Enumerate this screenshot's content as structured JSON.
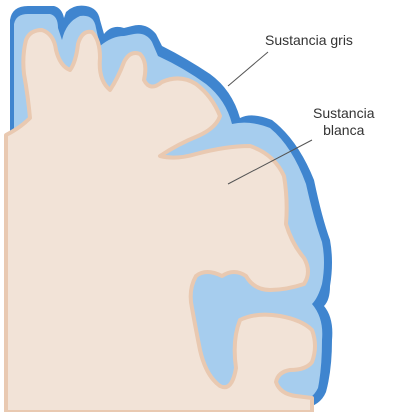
{
  "labels": {
    "gray_matter": "Sustancia gris",
    "white_matter_line1": "Sustancia",
    "white_matter_line2": "blanca"
  },
  "colors": {
    "cortex_outer": "#3f85cf",
    "cortex_inner": "#a6cdee",
    "white_matter": "#f2e3d7",
    "white_matter_edge": "#e9c9b1",
    "leader_line": "#555555",
    "label_text": "#333333"
  }
}
